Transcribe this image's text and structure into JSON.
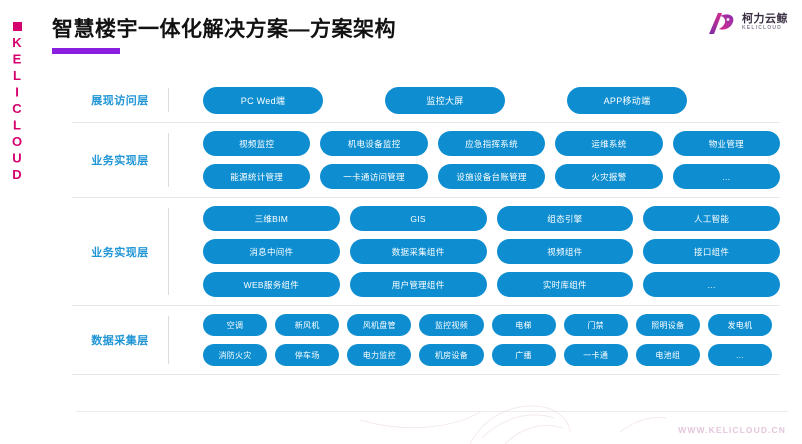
{
  "brand": {
    "rail_text": "KELICLOUD",
    "rail_color": "#d6006e",
    "logo_cn": "柯力云鲸",
    "logo_en": "KELICLOUD"
  },
  "header": {
    "title": "智慧楼宇一体化解决方案—方案架构",
    "accent_color": "#8a1fe0"
  },
  "theme": {
    "chip_color": "#0e8ed0",
    "label_color": "#2196d6"
  },
  "layers": [
    {
      "label": "展现访问层",
      "rows": [
        [
          "PC Wed端",
          "监控大屏",
          "APP移动端"
        ]
      ]
    },
    {
      "label": "业务实现层",
      "rows": [
        [
          "视频监控",
          "机电设备监控",
          "应急指挥系统",
          "运维系统",
          "物业管理"
        ],
        [
          "能源统计管理",
          "一卡通访问管理",
          "设施设备台账管理",
          "火灾报警",
          "..."
        ]
      ]
    },
    {
      "label": "业务实现层",
      "rows": [
        [
          "三维BIM",
          "GIS",
          "组态引擎",
          "人工智能"
        ],
        [
          "消息中间件",
          "数据采集组件",
          "视频组件",
          "接口组件"
        ],
        [
          "WEB服务组件",
          "用户管理组件",
          "实时库组件",
          "..."
        ]
      ]
    },
    {
      "label": "数据采集层",
      "rows": [
        [
          "空调",
          "新风机",
          "风机盘管",
          "监控视频",
          "电梯",
          "门禁",
          "照明设备",
          "发电机"
        ],
        [
          "消防火灾",
          "停车场",
          "电力监控",
          "机房设备",
          "广播",
          "一卡通",
          "电池组",
          "..."
        ]
      ]
    }
  ],
  "footer": {
    "url": "WWW.KELICLOUD.CN"
  }
}
